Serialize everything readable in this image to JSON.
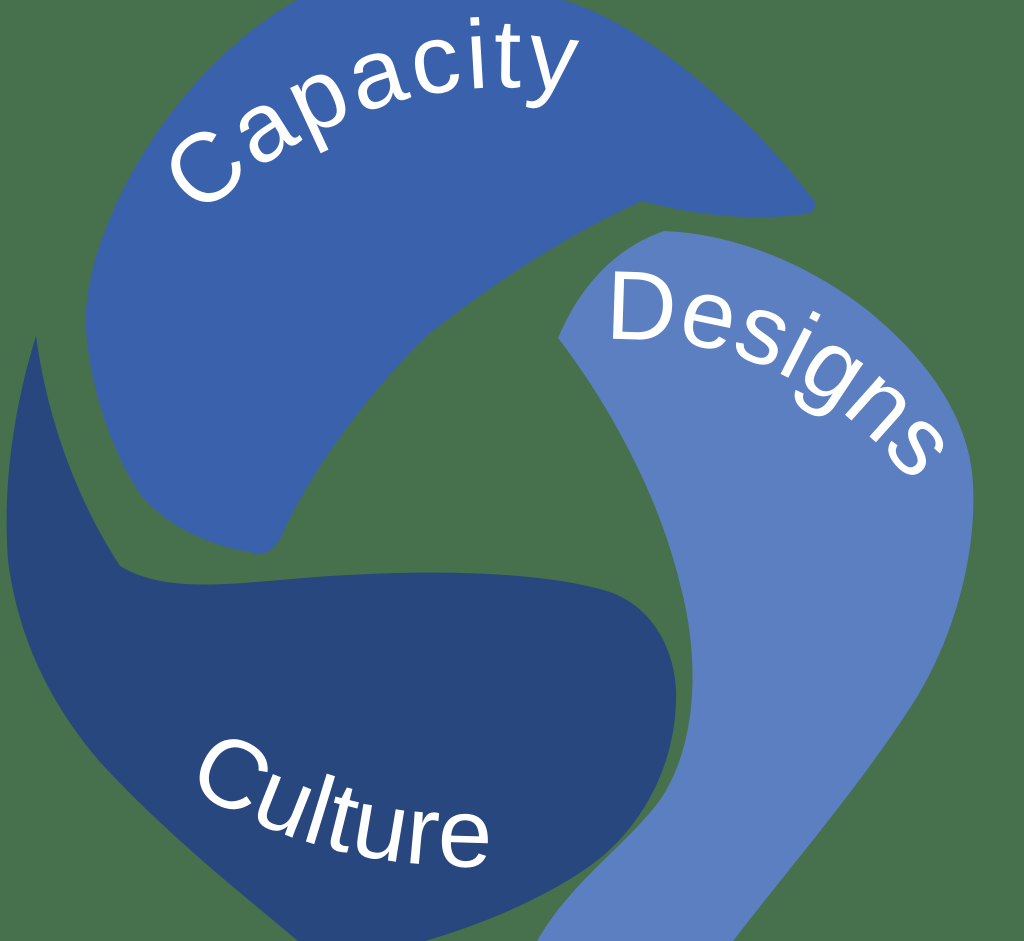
{
  "diagram": {
    "type": "cycle-swirl",
    "background_color": "#47704D",
    "text_color": "#FFFFFF",
    "segments": [
      {
        "label": "Capacity",
        "color": "#3A62AC",
        "position": "top"
      },
      {
        "label": "Designs",
        "color": "#5C7FC1",
        "position": "right"
      },
      {
        "label": "Culture",
        "color": "#27477E",
        "position": "bottom-left"
      }
    ]
  }
}
